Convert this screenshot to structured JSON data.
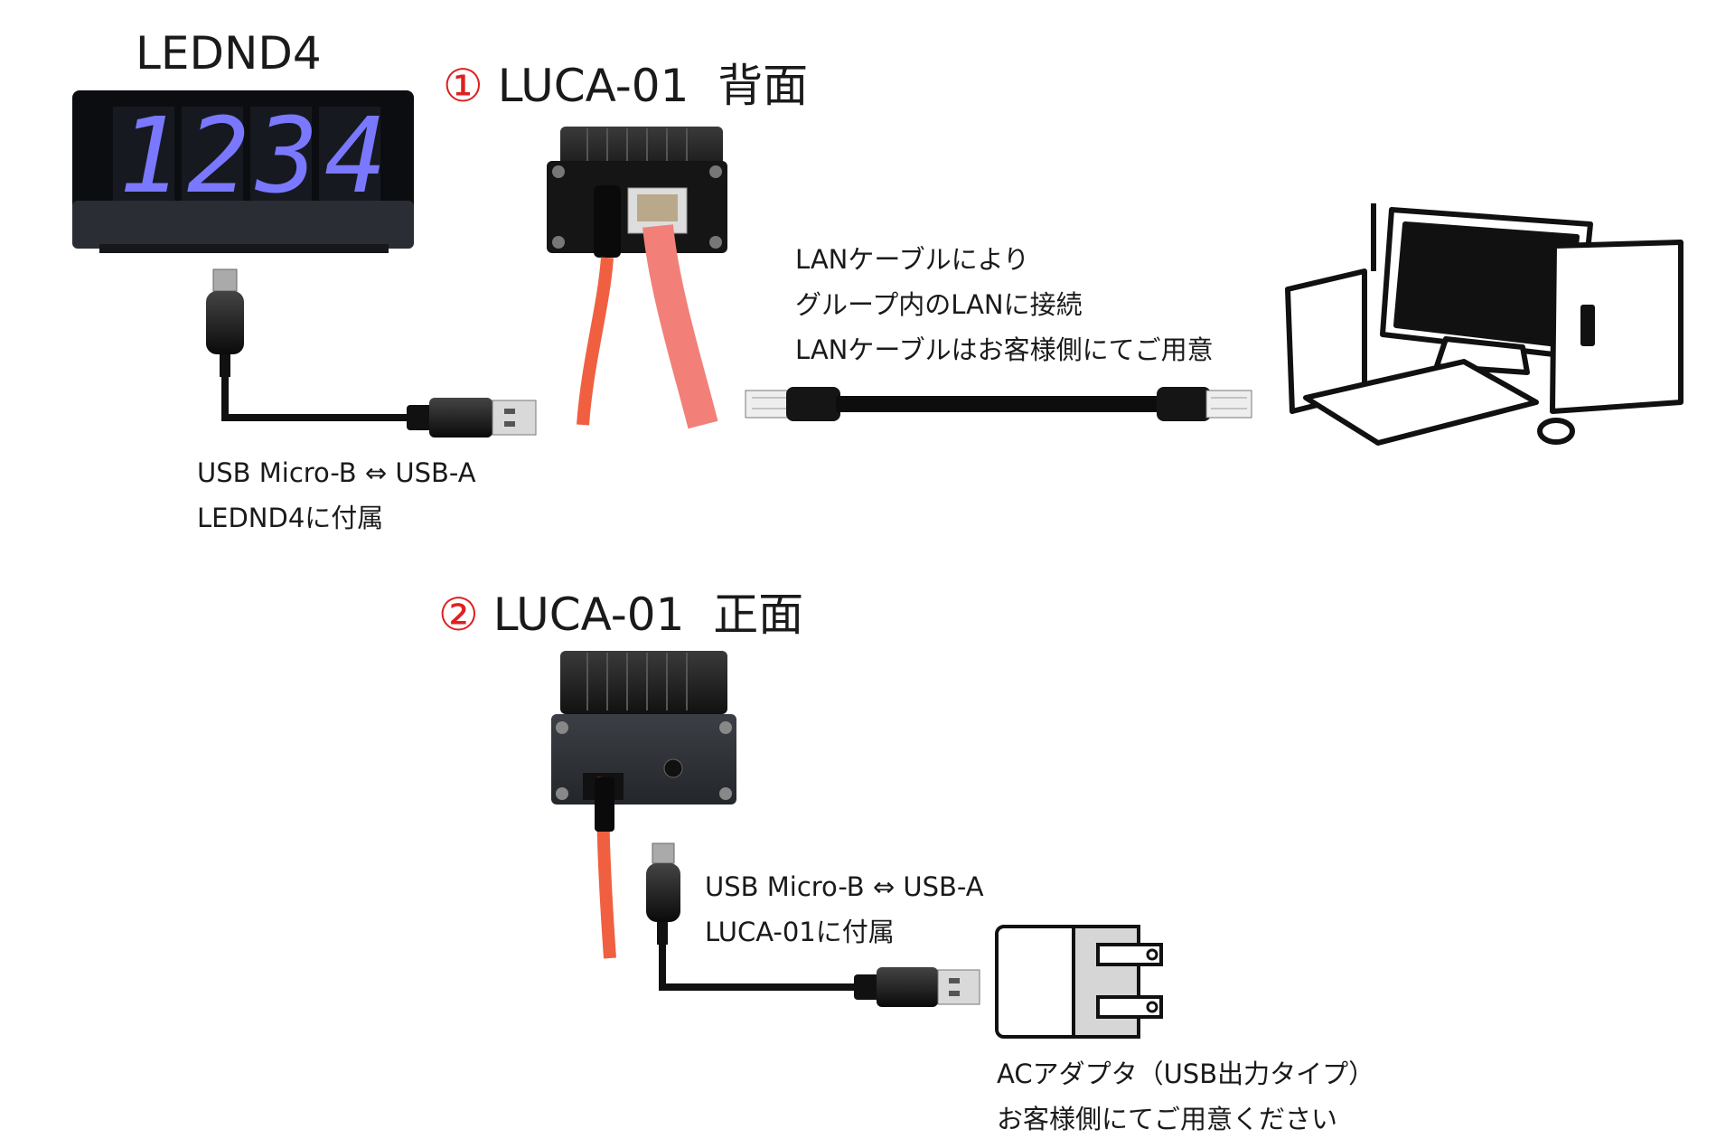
{
  "ledn": {
    "title": "LEDND4",
    "digits": [
      "1",
      "2",
      "3",
      "4"
    ],
    "digit_color": "#7a78ff"
  },
  "sections": [
    {
      "number": "①",
      "name": "LUCA-01",
      "side": "背面"
    },
    {
      "number": "②",
      "name": "LUCA-01",
      "side": "正面"
    }
  ],
  "captions": {
    "usb_top": [
      "USB Micro-B ⇔ USB-A",
      "LEDND4に付属"
    ],
    "lan": [
      "LANケーブルにより",
      "グループ内のLANに接続",
      "LANケーブルはお客様側にてご用意"
    ],
    "usb_bottom": [
      "USB Micro-B ⇔ USB-A",
      "LUCA-01に付属"
    ],
    "adapter": [
      "ACアダプタ（USB出力タイプ）",
      "お客様側にてご用意ください"
    ]
  },
  "colors": {
    "accent_number": "#e02020",
    "cable_orange": "#f06040",
    "cable_pink": "#f28078"
  },
  "icons": [
    "pc-icon",
    "ac-adapter-icon",
    "usb-micro-b-icon",
    "usb-a-icon",
    "rj45-icon"
  ]
}
